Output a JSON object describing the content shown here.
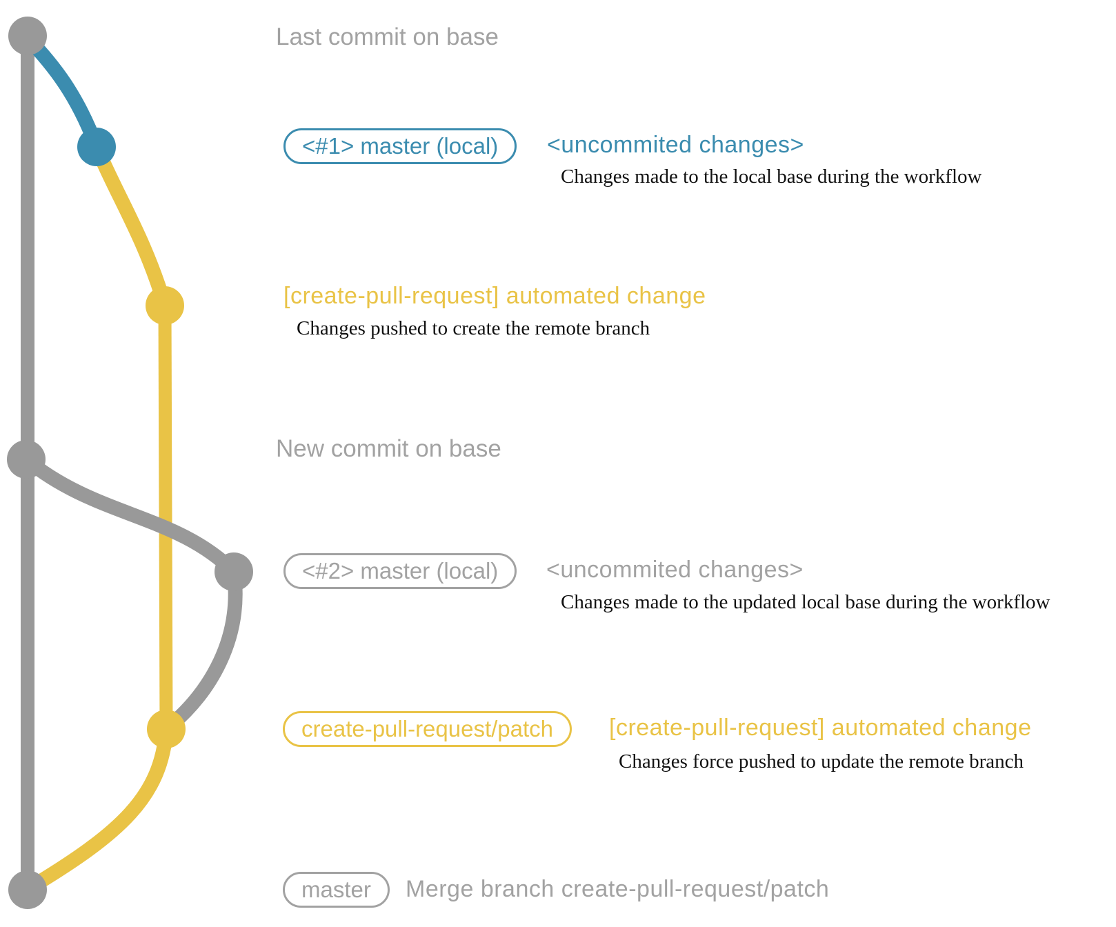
{
  "colors": {
    "gray": "#999999",
    "blue": "#3b8caf",
    "yellow": "#e9c346",
    "text_gray": "#a2a2a2"
  },
  "annotations": {
    "last_commit_label": "Last commit on base",
    "new_commit_label": "New commit on base"
  },
  "commit_rows": {
    "r1": {
      "badge": "<#1> master (local)",
      "note": "<uncommited changes>",
      "description": "Changes made to the local base during the workflow"
    },
    "r2": {
      "note": "[create-pull-request] automated change",
      "description": "Changes pushed to create the remote branch"
    },
    "r3": {
      "badge": "<#2> master (local)",
      "note": "<uncommited changes>",
      "description": "Changes made to the updated local base during the workflow"
    },
    "r4": {
      "badge": "create-pull-request/patch",
      "note": "[create-pull-request] automated change",
      "description": "Changes force pushed to update the remote branch"
    },
    "r5": {
      "badge": "master",
      "note": "Merge branch create-pull-request/patch"
    }
  }
}
